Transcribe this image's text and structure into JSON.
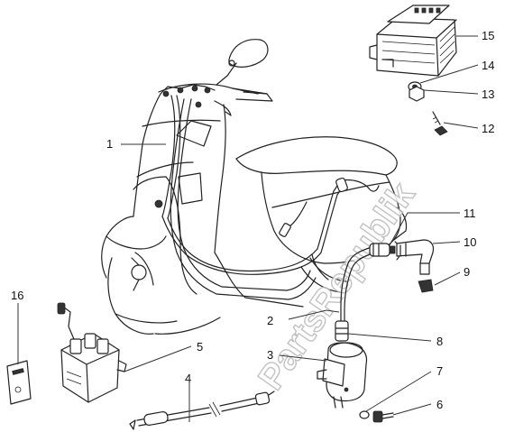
{
  "watermark": "PartsRepublik",
  "callouts": [
    "1",
    "2",
    "3",
    "4",
    "5",
    "6",
    "7",
    "8",
    "9",
    "10",
    "11",
    "12",
    "13",
    "14",
    "15",
    "16"
  ]
}
